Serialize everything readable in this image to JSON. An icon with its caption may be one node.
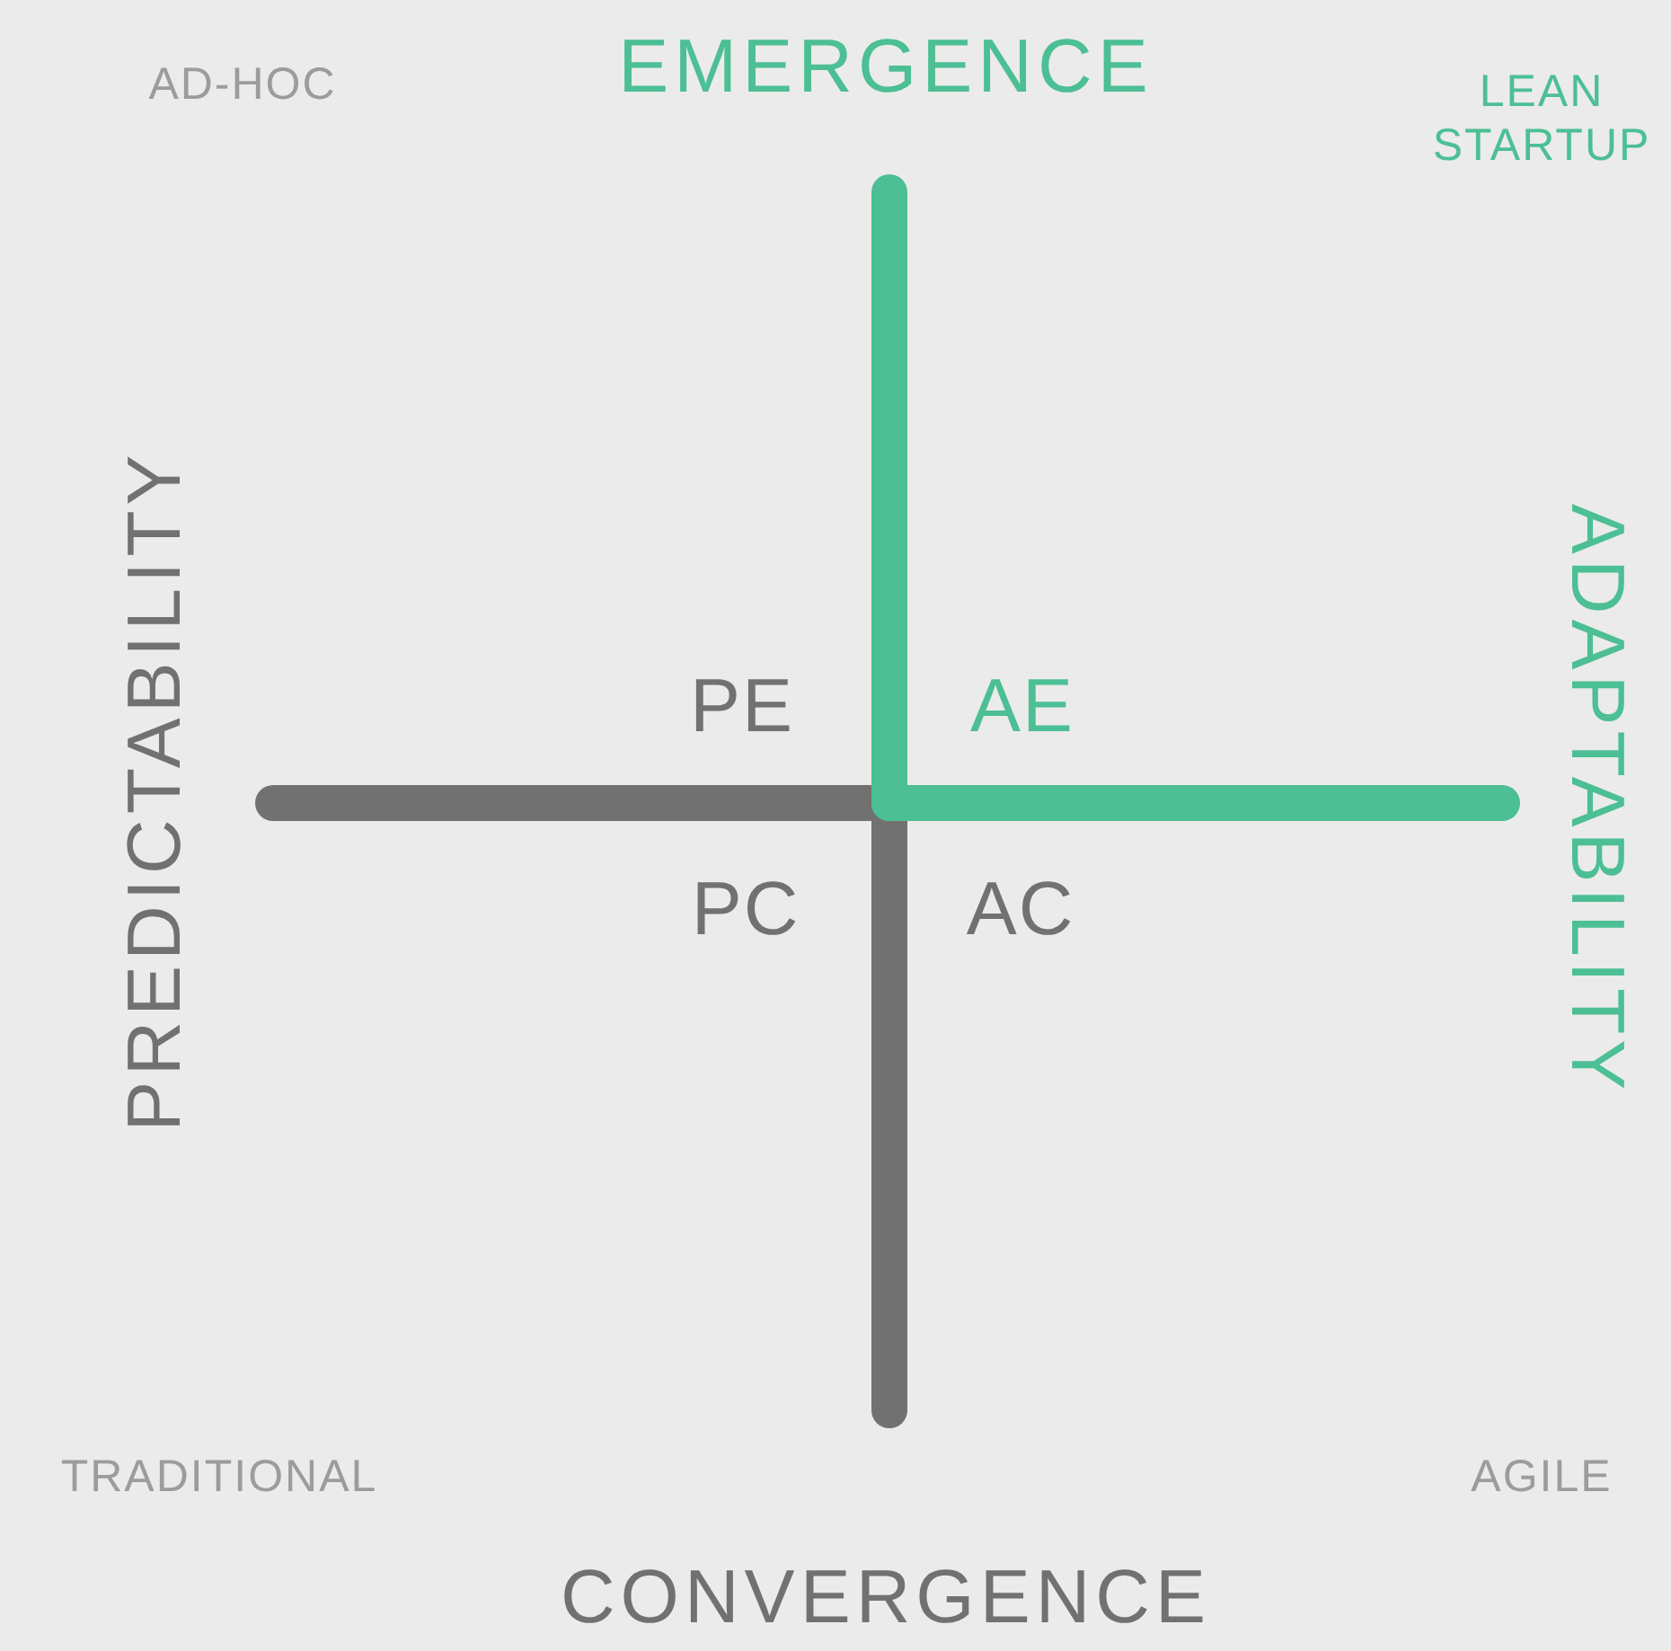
{
  "diagram": {
    "labels": [
      "AD-HOC",
      "EMERGENCE",
      "LEAN STARTUP",
      "PREDICTABILITY",
      "PE",
      "AE",
      "ADAPTABILITY",
      "PC",
      "AC",
      "TRADITIONAL",
      "AGILE",
      "CONVERGENCE"
    ]
  }
}
